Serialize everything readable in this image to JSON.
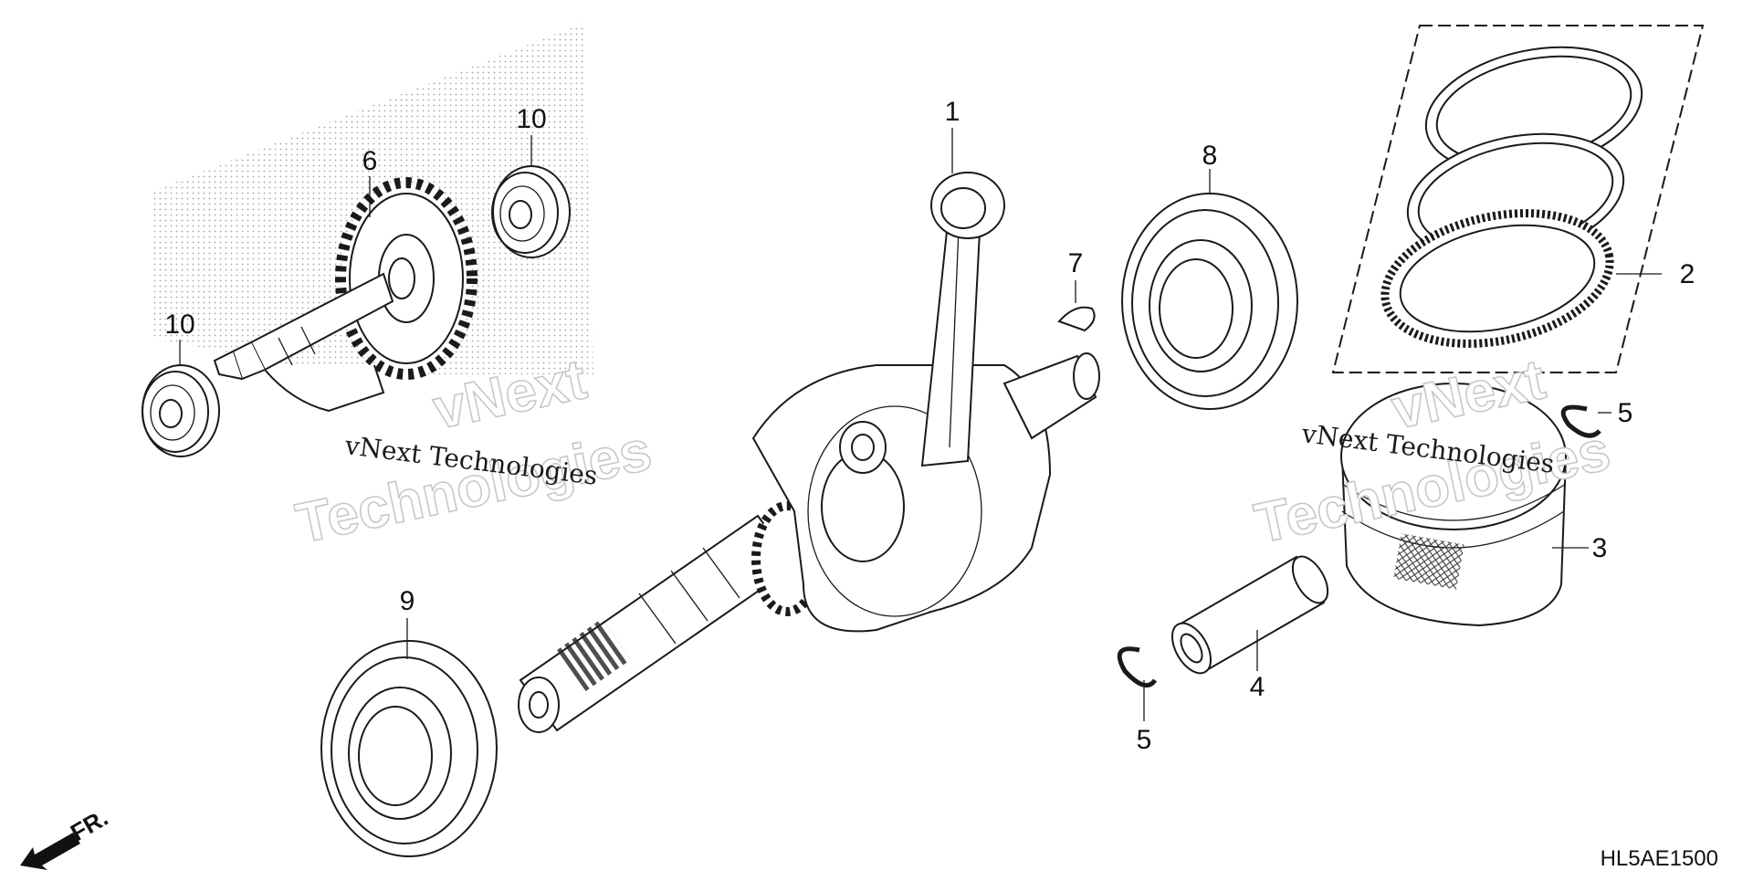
{
  "diagram": {
    "callouts": [
      {
        "id": "c1",
        "label": "1"
      },
      {
        "id": "c2",
        "label": "2"
      },
      {
        "id": "c3",
        "label": "3"
      },
      {
        "id": "c4",
        "label": "4"
      },
      {
        "id": "c5a",
        "label": "5"
      },
      {
        "id": "c5b",
        "label": "5"
      },
      {
        "id": "c6",
        "label": "6"
      },
      {
        "id": "c7",
        "label": "7"
      },
      {
        "id": "c8",
        "label": "8"
      },
      {
        "id": "c9",
        "label": "9"
      },
      {
        "id": "c10a",
        "label": "10"
      },
      {
        "id": "c10b",
        "label": "10"
      }
    ],
    "watermarks": {
      "small": "vNext Technologies",
      "big_line1": "vNext",
      "big_line2": "Technologies"
    },
    "direction_label": "FR.",
    "diagram_code": "HL5AE1500"
  },
  "icons": {
    "front_arrow": "front-arrow-icon"
  }
}
